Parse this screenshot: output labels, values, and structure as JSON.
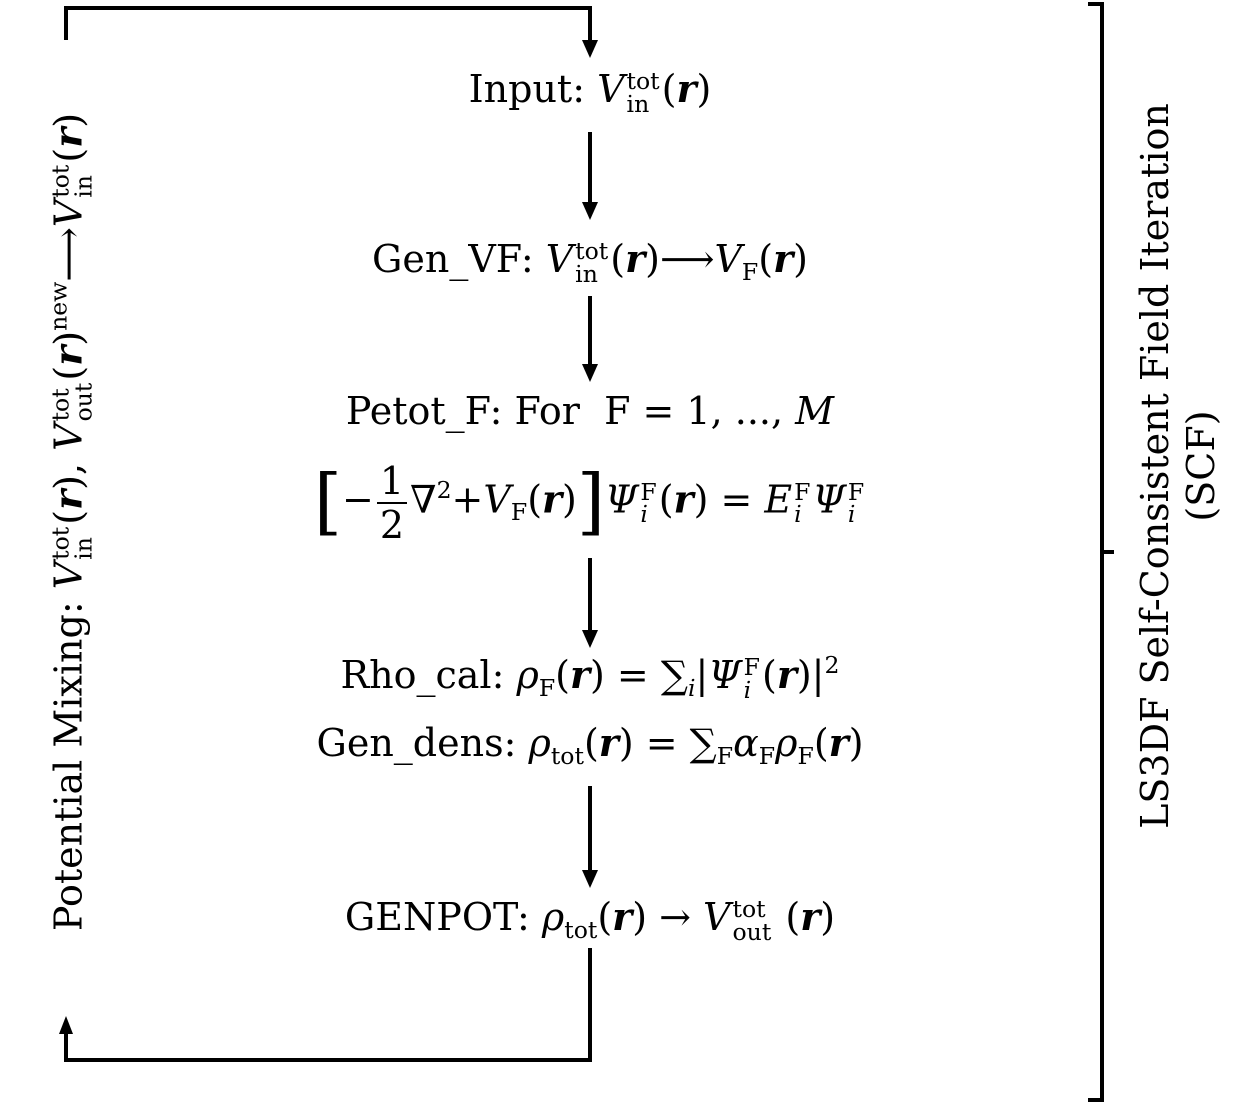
{
  "steps": {
    "input": {
      "label": "Input:"
    },
    "gen_vf": {
      "label": "Gen_VF:"
    },
    "petot_f": {
      "label": "Petot_F: For",
      "range": "F = 1, ..., ",
      "range_end": "M"
    },
    "rho_cal": {
      "label": "Rho_cal:"
    },
    "gen_dens": {
      "label": "Gen_dens:"
    },
    "genpot": {
      "label": "GENPOT:"
    }
  },
  "feedback": {
    "label": "Potential Mixing:"
  },
  "scf_bracket": {
    "line1": "LS3DF Self-Consistent Field Iteration",
    "line2": "(SCF)"
  },
  "symbols": {
    "V": "V",
    "r": "r",
    "rho": "ρ",
    "psi": "Ψ",
    "E": "E",
    "tot": "tot",
    "in": "in",
    "out": "out",
    "new": "new",
    "F": "F",
    "i": "i",
    "alpha": "α",
    "sum": "∑",
    "nabla": "∇",
    "arrow": "⟶",
    "arrow_short": "→"
  },
  "colors": {
    "line": "#000000",
    "background": "#ffffff"
  }
}
